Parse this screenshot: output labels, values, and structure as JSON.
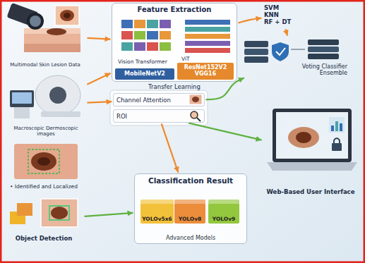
{
  "diagram": {
    "nodes": [
      {
        "text": [
          "Multimodal Skin Lesion Data"
        ]
      },
      {
        "text": [
          "Macroscopic Dermoscopic images"
        ]
      },
      {
        "text": [
          "Feature Extraction",
          "Transfer Learning"
        ]
      },
      {
        "text": [
          "Vision Transformer"
        ],
        "in": 2
      },
      {
        "text": [
          "ViT"
        ],
        "in": 2
      },
      {
        "text": [
          "MobileNetV2"
        ],
        "in": 2
      },
      {
        "text": [
          "ResNet152V2",
          "VGG16"
        ],
        "in": 2
      },
      {
        "text": [
          "SVM",
          "KNN",
          "RF + DT"
        ]
      },
      {
        "text": [
          "Voting Classifier Ensemble"
        ]
      },
      {
        "text": [
          "Channel Attention"
        ]
      },
      {
        "text": [
          "ROI"
        ]
      },
      {
        "text": [
          "• Identified and Localized"
        ]
      },
      {
        "text": [
          "Object Detection"
        ]
      },
      {
        "text": [
          "Classification Result",
          "Advanced Models"
        ]
      },
      {
        "text": [
          "YOLOv5x6"
        ],
        "in": 13
      },
      {
        "text": [
          "YOLOv8"
        ],
        "in": 13
      },
      {
        "text": [
          "YOLOv9"
        ],
        "in": 13
      },
      {
        "text": [
          "Web-Based User Interface"
        ]
      }
    ],
    "edges": [
      {
        "from": 0,
        "to": 2,
        "arrow": "to"
      },
      {
        "from": 1,
        "to": 2,
        "arrow": "to"
      },
      {
        "from": 1,
        "to": 9,
        "arrow": "to"
      },
      {
        "from": 2,
        "to": 7,
        "arrow": "to"
      },
      {
        "from": 7,
        "to": 8,
        "arrow": "to"
      },
      {
        "from": 9,
        "to": 8,
        "arrow": "to"
      },
      {
        "from": 10,
        "to": 13,
        "arrow": "to"
      },
      {
        "from": 10,
        "to": 17,
        "arrow": "to"
      },
      {
        "from": 12,
        "to": 13,
        "arrow": "to"
      }
    ]
  }
}
